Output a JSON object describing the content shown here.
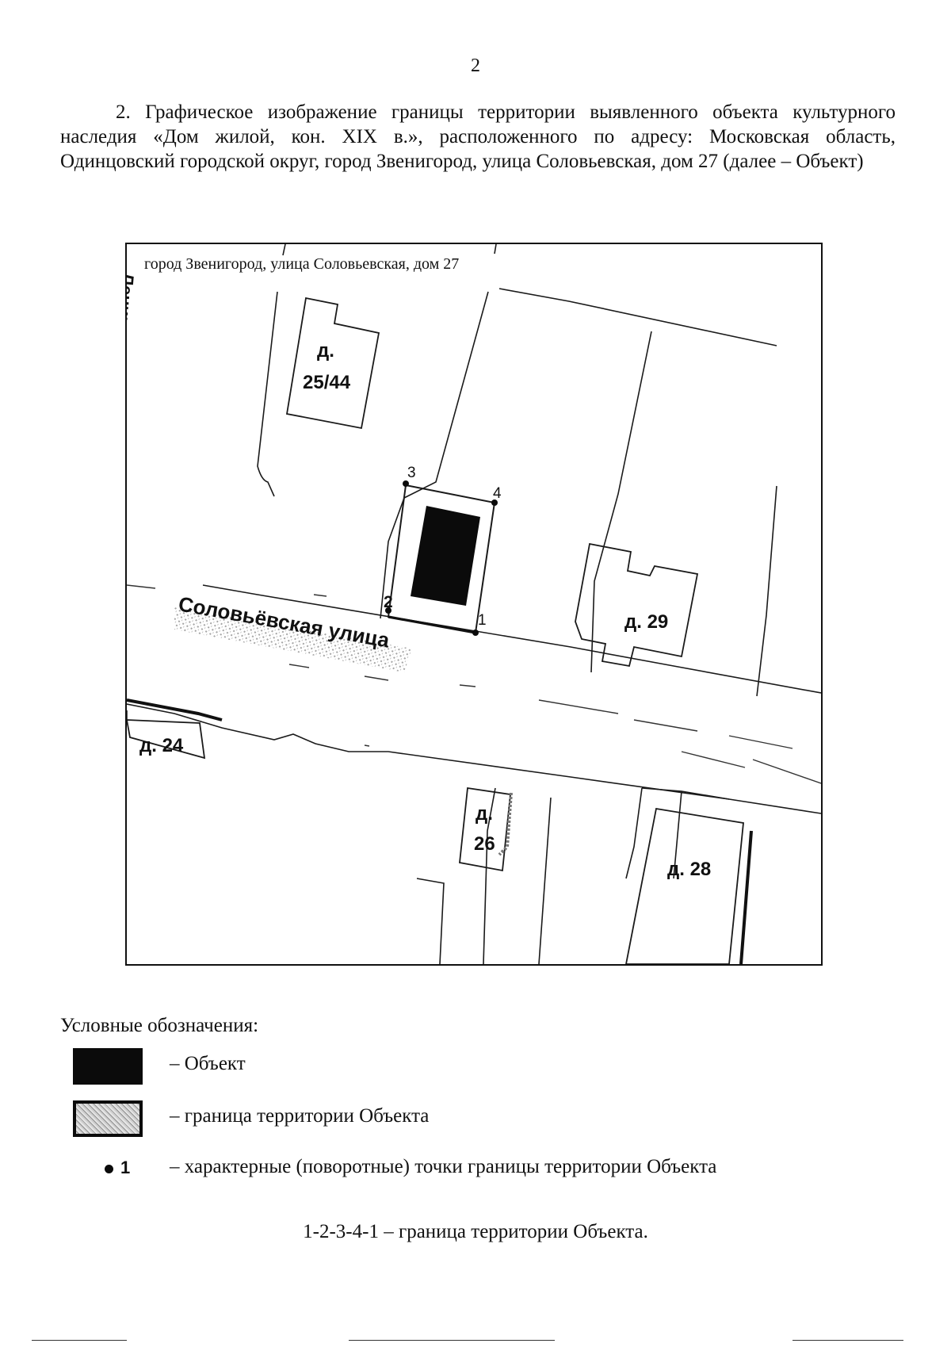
{
  "page": {
    "number": "2",
    "intro": "2. Графическое изображение границы территории выявленного объекта культурного наследия «Дом жилой, кон. XIX в.», расположенного по адресу: Московская область, Одинцовский городской округ, город Звенигород, улица Соловьевская, дом 27 (далее – Объект)"
  },
  "map": {
    "caption": "город Звенигород, улица Соловьевская, дом 27",
    "edge_street_fragment": "Ленин",
    "street_label": "Соловьёвская улица",
    "houses": {
      "h25_44_line1": "д.",
      "h25_44_line2": "25/44",
      "h29": "д. 29",
      "h24": "д. 24",
      "h26_line1": "д.",
      "h26_line2": "26",
      "h28": "д. 28"
    },
    "points": {
      "p1": "1",
      "p2": "2",
      "p3": "3",
      "p4": "4"
    },
    "colors": {
      "object": "#0b0b0b",
      "lines": "#1a1a1a",
      "street_shading": "#9a9a9a"
    }
  },
  "legend": {
    "title": "Условные обозначения:",
    "object": "– Объект",
    "boundary": "– граница территории Объекта",
    "point_sample": "1",
    "points": "– характерные (поворотные) точки границы территории Объекта"
  },
  "summary": "1-2-3-4-1 – граница территории Объекта."
}
